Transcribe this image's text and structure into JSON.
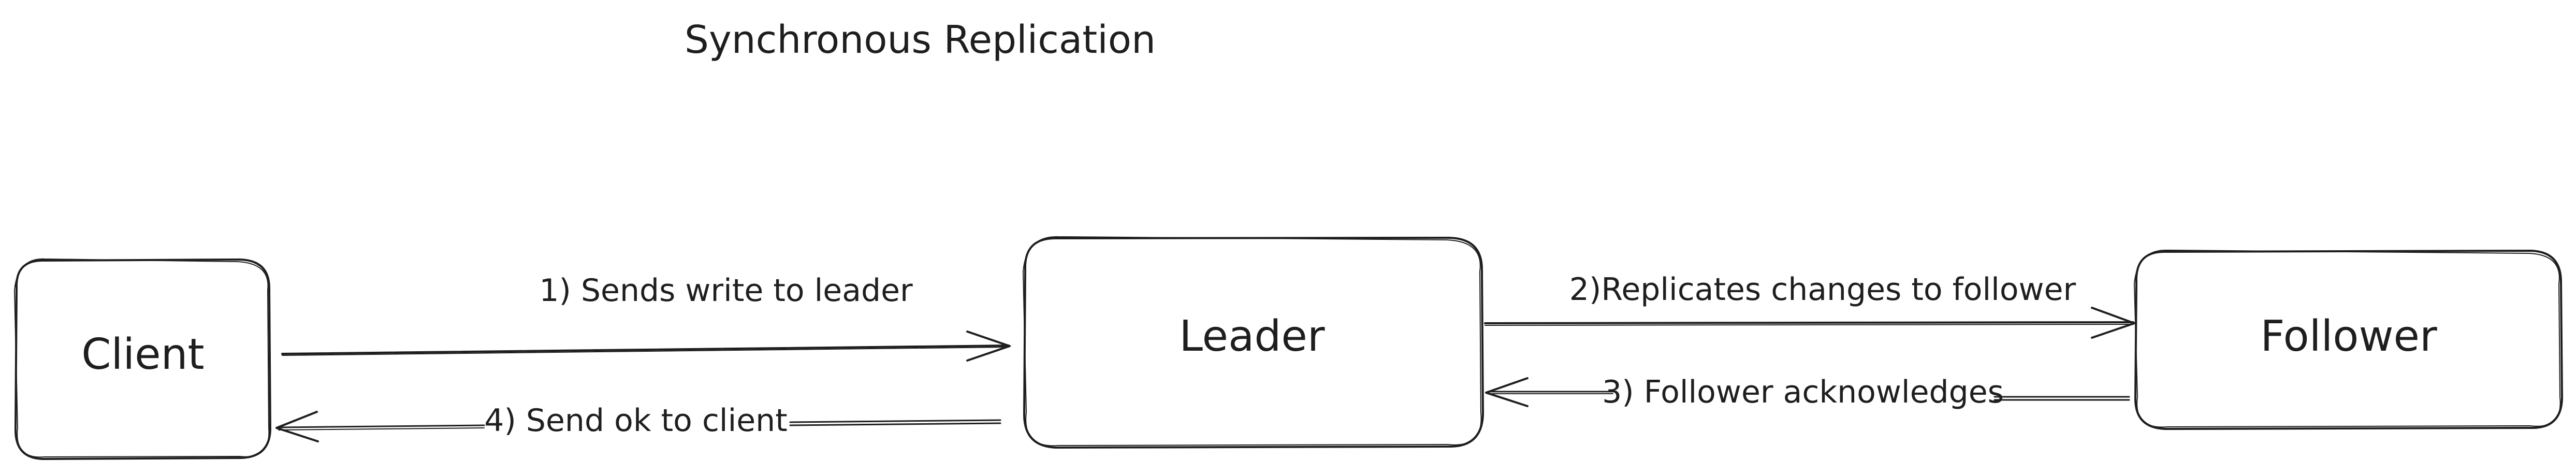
{
  "title": "Synchronous Replication",
  "nodes": {
    "client": "Client",
    "leader": "Leader",
    "follower": "Follower"
  },
  "edges": {
    "step1": "1) Sends write to leader",
    "step2": "2)Replicates changes to follower",
    "step3": "3) Follower acknowledges",
    "step4": "4) Send ok to client"
  },
  "colors": {
    "stroke": "#1e1e1e",
    "background": "#ffffff"
  }
}
